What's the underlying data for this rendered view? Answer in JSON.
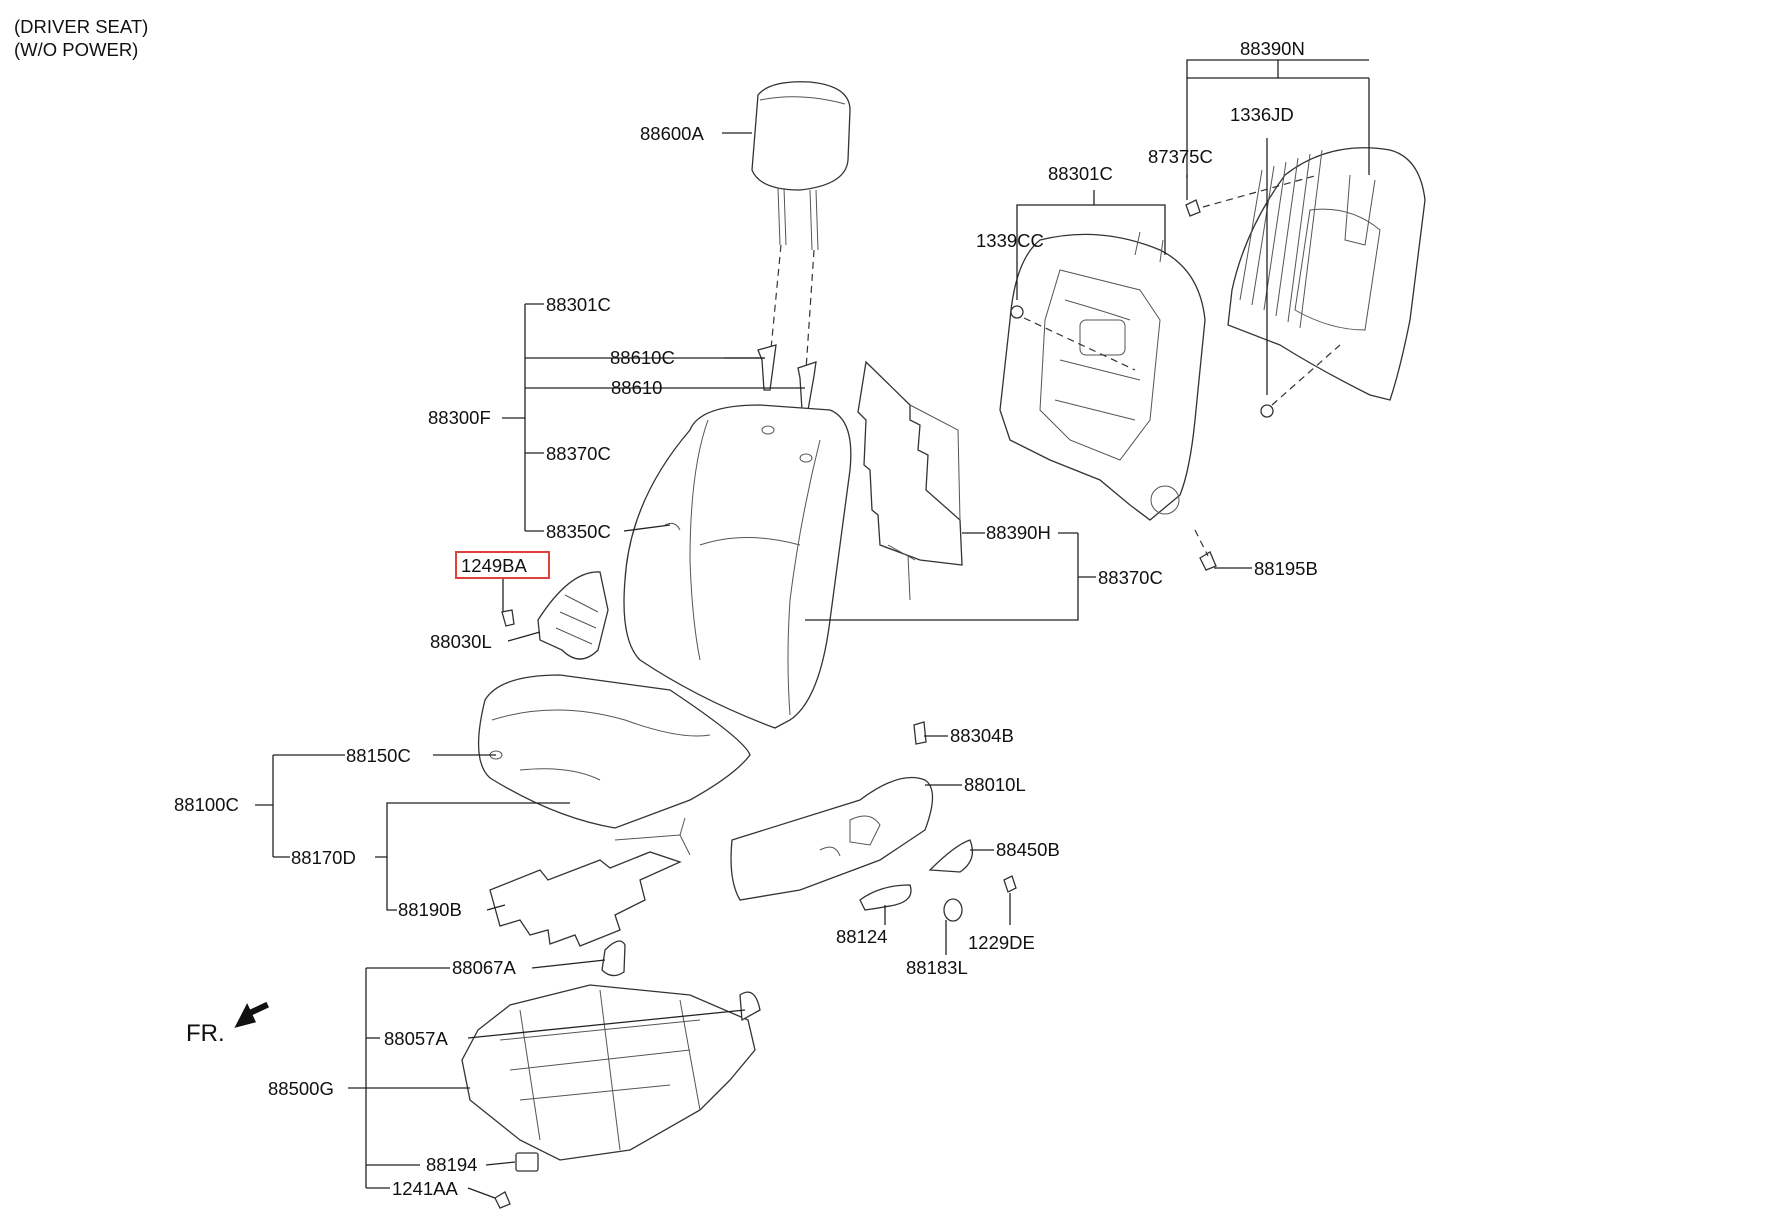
{
  "header": {
    "line1": "(DRIVER SEAT)",
    "line2": "(W/O POWER)"
  },
  "front_marker": "FR.",
  "highlight_color": "#e0403a",
  "parts": {
    "p88390N": "88390N",
    "p1336JD": "1336JD",
    "p87375C": "87375C",
    "p88301C_top": "88301C",
    "p1339CC": "1339CC",
    "p88600A": "88600A",
    "p88301C": "88301C",
    "p88610C": "88610C",
    "p88610": "88610",
    "p88300F": "88300F",
    "p88370C_left": "88370C",
    "p88350C": "88350C",
    "p88390H": "88390H",
    "p88370C_right": "88370C",
    "p88195B": "88195B",
    "p1249BA": "1249BA",
    "p88030L": "88030L",
    "p88304B": "88304B",
    "p88010L": "88010L",
    "p88150C": "88150C",
    "p88100C": "88100C",
    "p88450B": "88450B",
    "p88170D": "88170D",
    "p88190B": "88190B",
    "p88124": "88124",
    "p1229DE": "1229DE",
    "p88183L": "88183L",
    "p88067A": "88067A",
    "p88057A": "88057A",
    "p88500G": "88500G",
    "p88194": "88194",
    "p1241AA": "1241AA"
  }
}
